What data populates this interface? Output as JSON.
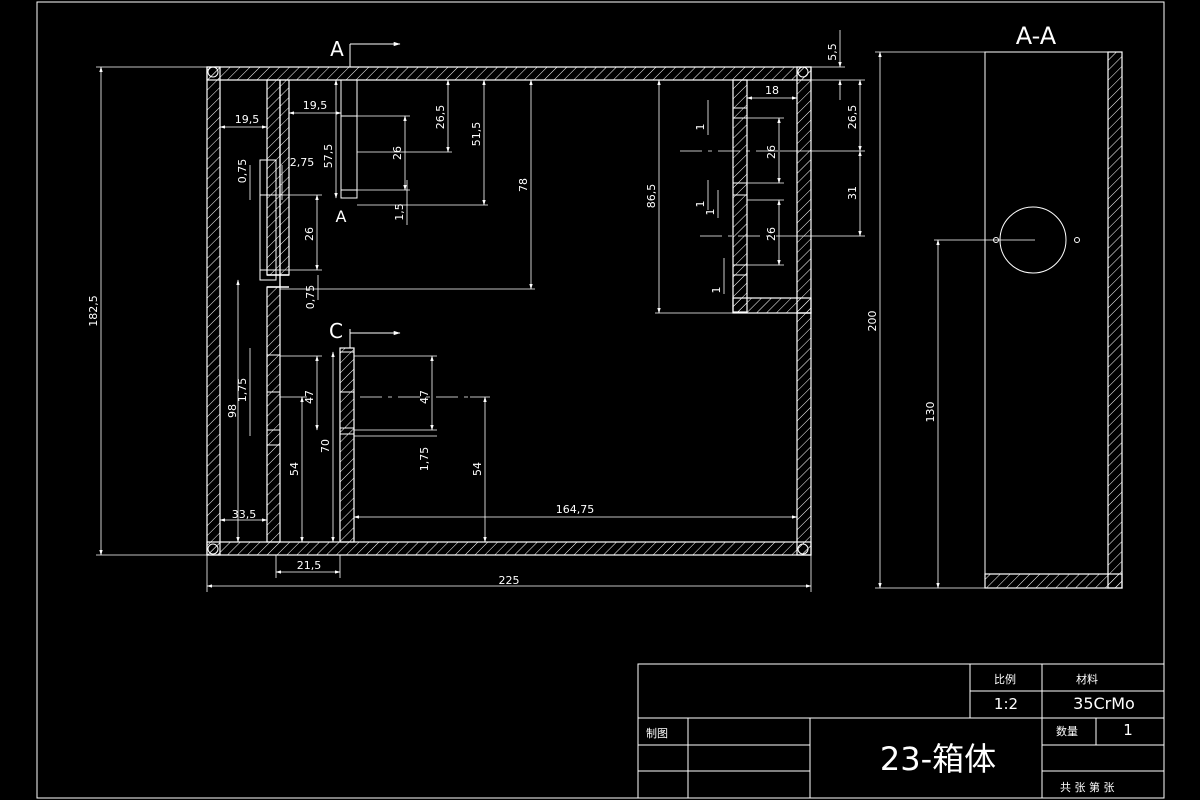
{
  "dimensions": {
    "d_5_5": "5,5",
    "d_19_5a": "19,5",
    "d_19_5b": "19,5",
    "d_26_5a": "26,5",
    "d_51_5": "51,5",
    "d_57_5": "57,5",
    "d_26a": "26",
    "d_0_75a": "0,75",
    "d_2_75": "2,75",
    "d_1_5": "1,5",
    "d_78": "78",
    "d_26b": "26",
    "d_0_75b": "0,75",
    "d_182_5": "182,5",
    "d_86_5": "86,5",
    "d_18": "18",
    "d_26_5b": "26,5",
    "d_1a": "1",
    "d_26c": "26",
    "d_31": "31",
    "d_1b": "1",
    "d_1c": "1",
    "d_26d": "26",
    "d_1d": "1",
    "d_1_75a": "1,75",
    "d_98": "98",
    "d_47a": "47",
    "d_47b": "47",
    "d_70": "70",
    "d_1_75b": "1,75",
    "d_54a": "54",
    "d_54b": "54",
    "d_33_5": "33,5",
    "d_164_75": "164,75",
    "d_21_5": "21,5",
    "d_225": "225",
    "d_200": "200",
    "d_130": "130"
  },
  "section_labels": {
    "a_top": "A",
    "a_bottom": "A",
    "c": "C",
    "aa_title": "A-A"
  },
  "title_block": {
    "scale_label": "比例",
    "scale_value": "1:2",
    "material_label": "材料",
    "material_value": "35CrMo",
    "drawn_label": "制图",
    "drawing_title": "23-箱体",
    "quantity_label": "数量",
    "quantity_value": "1",
    "sheet_text": "共 张 第 张"
  }
}
